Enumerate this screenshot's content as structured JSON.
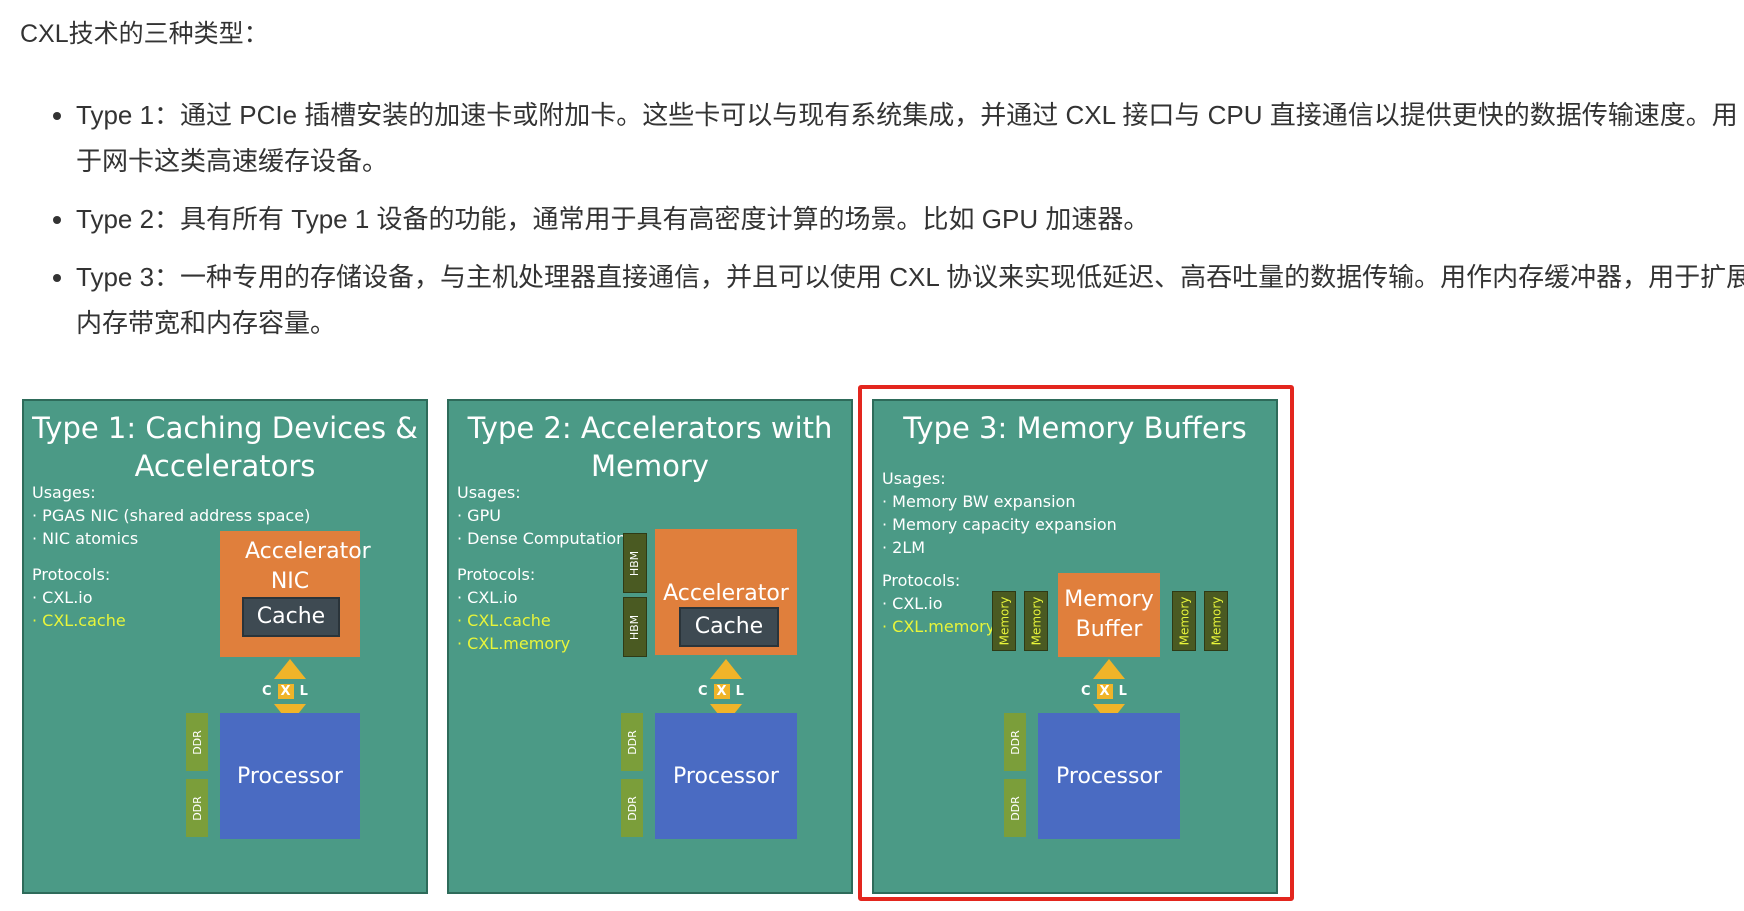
{
  "intro": "CXL技术的三种类型：",
  "bullets": [
    "Type 1：通过 PCIe 插槽安装的加速卡或附加卡。这些卡可以与现有系统集成，并通过 CXL 接口与 CPU 直接通信以提供更快的数据传输速度。用于网卡这类高速缓存设备。",
    "Type 2：具有所有 Type 1 设备的功能，通常用于具有高密度计算的场景。比如 GPU 加速器。",
    "Type 3：一种专用的存储设备，与主机处理器直接通信，并且可以使用 CXL 协议来实现低延迟、高吞吐量的数据传输。用作内存缓冲器，用于扩展内存带宽和内存容量。"
  ],
  "figure": {
    "panel1": {
      "title": "Type 1: Caching Devices & Accelerators",
      "usages_label": "Usages:",
      "usages": [
        "PGAS NIC (shared address space)",
        "NIC atomics"
      ],
      "protocols_label": "Protocols:",
      "protocols": [
        "CXL.io",
        "CXL.cache"
      ],
      "device_label": "Accelerator NIC",
      "cache_label": "Cache",
      "processor_label": "Processor",
      "ddr_label": "DDR"
    },
    "panel2": {
      "title": "Type 2: Accelerators with Memory",
      "usages_label": "Usages:",
      "usages": [
        "GPU",
        "Dense Computation"
      ],
      "protocols_label": "Protocols:",
      "protocols": [
        "CXL.io",
        "CXL.cache",
        "CXL.memory"
      ],
      "device_label": "Accelerator",
      "cache_label": "Cache",
      "processor_label": "Processor",
      "ddr_label": "DDR",
      "hbm_label": "HBM"
    },
    "panel3": {
      "title": "Type 3: Memory Buffers",
      "usages_label": "Usages:",
      "usages": [
        "Memory BW expansion",
        "Memory capacity expansion",
        "2LM"
      ],
      "protocols_label": "Protocols:",
      "protocols": [
        "CXL.io",
        "CXL.memory"
      ],
      "device_label": "Memory Buffer",
      "processor_label": "Processor",
      "ddr_label": "DDR",
      "memory_label": "Memory"
    },
    "cxl_letters": [
      "C",
      "X",
      "L"
    ]
  },
  "colors": {
    "panel_bg": "#4b9a86",
    "accelerator": "#e07f3c",
    "processor": "#4a6bc2",
    "highlight_border": "#e3261e",
    "protocol_highlight": "#e8f53a"
  }
}
